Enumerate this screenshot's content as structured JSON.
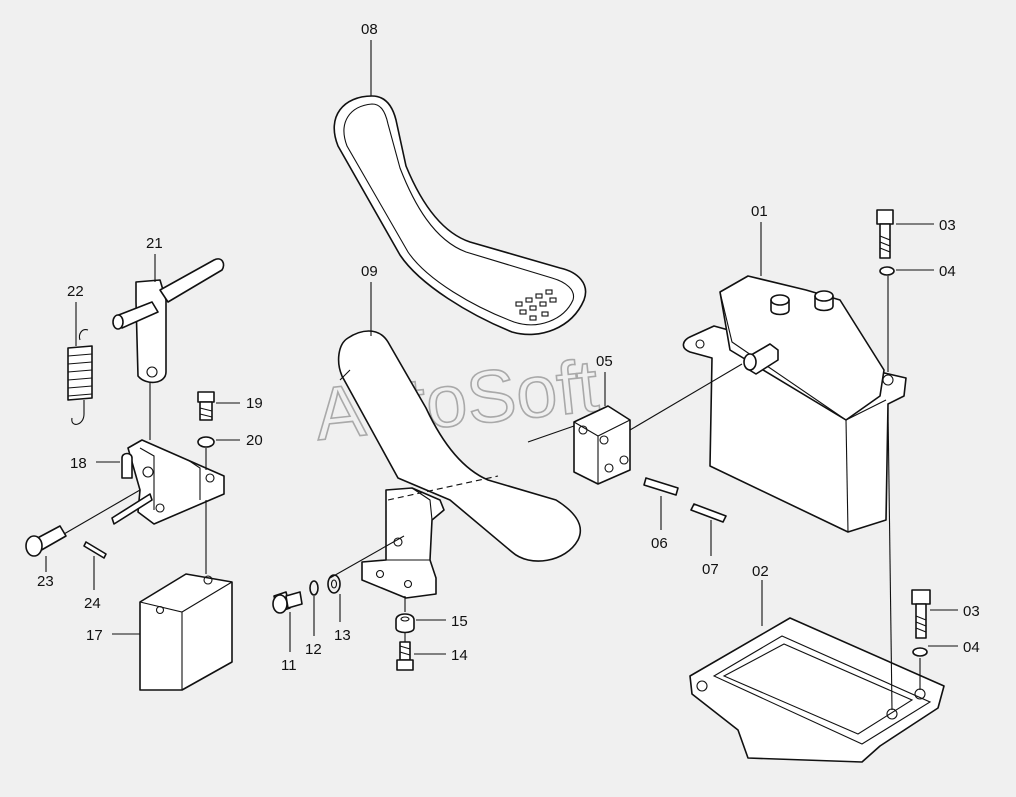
{
  "watermark": "AutoSoft",
  "labels": {
    "p01": "01",
    "p02": "02",
    "p03a": "03",
    "p03b": "03",
    "p04a": "04",
    "p04b": "04",
    "p05": "05",
    "p06": "06",
    "p07": "07",
    "p08": "08",
    "p09": "09",
    "p11": "11",
    "p12": "12",
    "p13": "13",
    "p14": "14",
    "p15": "15",
    "p17": "17",
    "p18": "18",
    "p19": "19",
    "p20": "20",
    "p21": "21",
    "p22": "22",
    "p23": "23",
    "p24": "24"
  }
}
